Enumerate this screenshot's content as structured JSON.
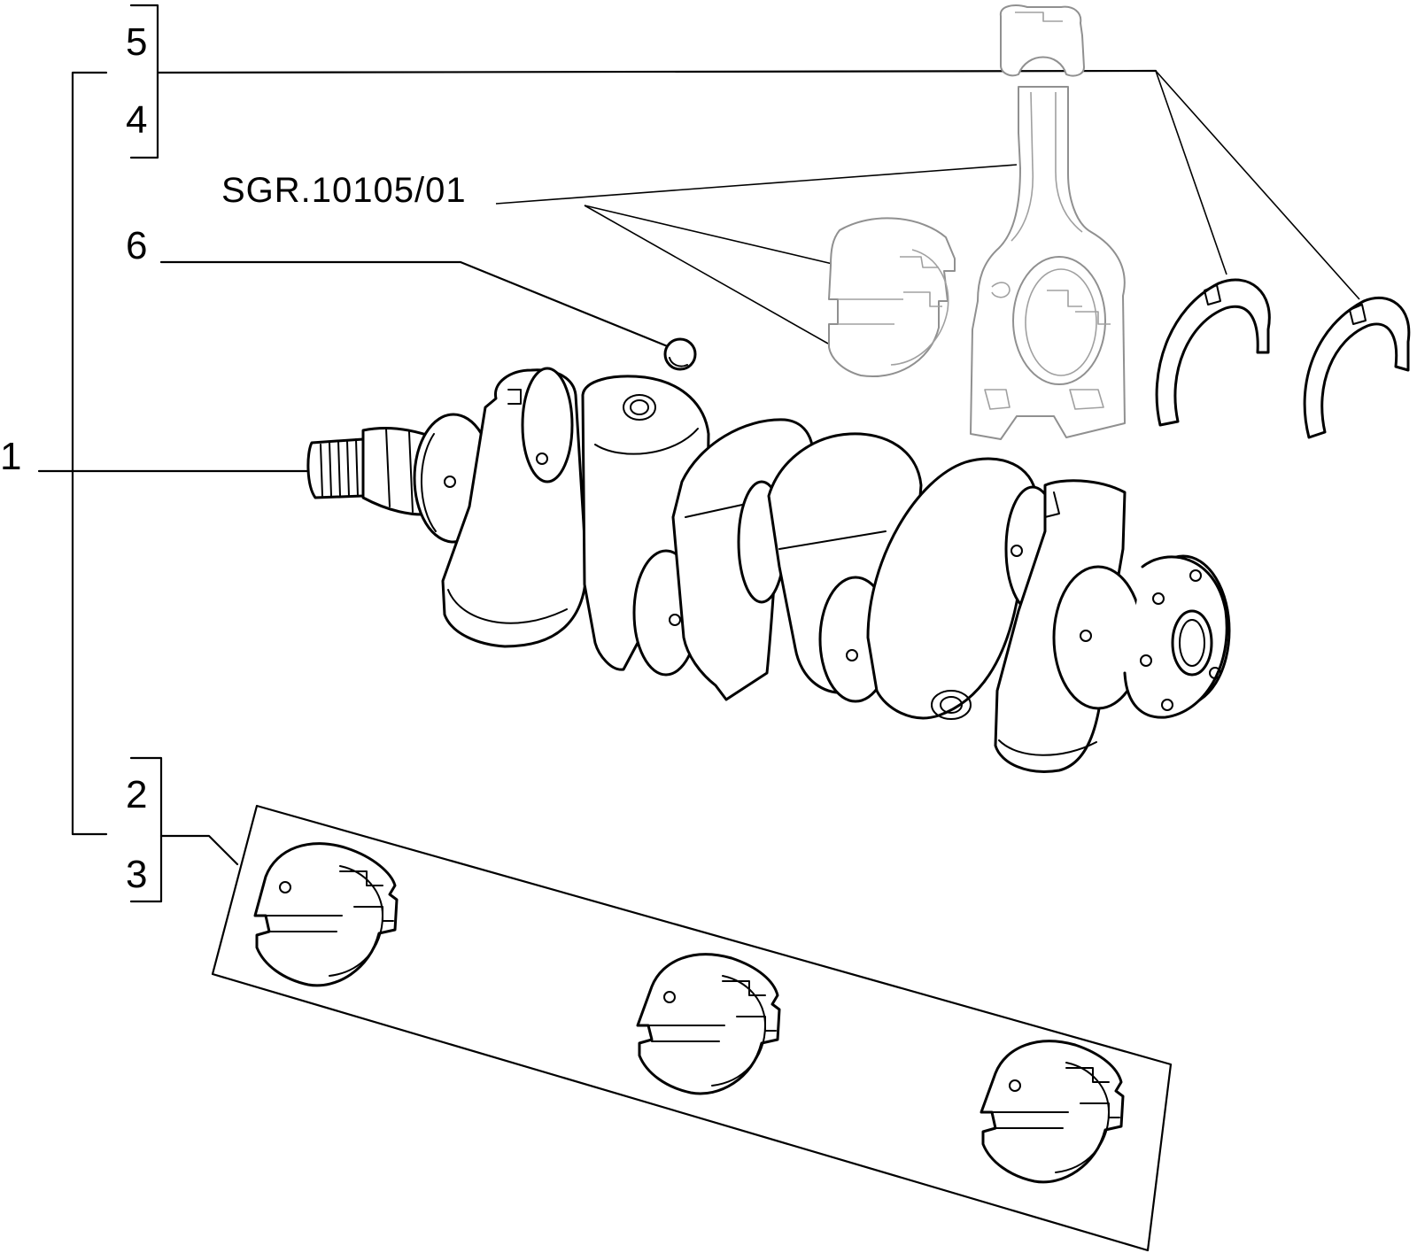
{
  "callouts": {
    "item_1": "1",
    "item_2": "2",
    "item_3": "3",
    "item_4": "4",
    "item_5": "5",
    "item_6": "6"
  },
  "reference": {
    "group_code": "SGR.10105/01"
  },
  "icons": [
    "crankshaft-icon",
    "connecting-rod-icon",
    "bearing-shell-icon",
    "thrust-washer-icon",
    "plug-ball-icon"
  ],
  "colors": {
    "line": "#000000",
    "ghost_part": "#909090",
    "background": "#ffffff"
  }
}
